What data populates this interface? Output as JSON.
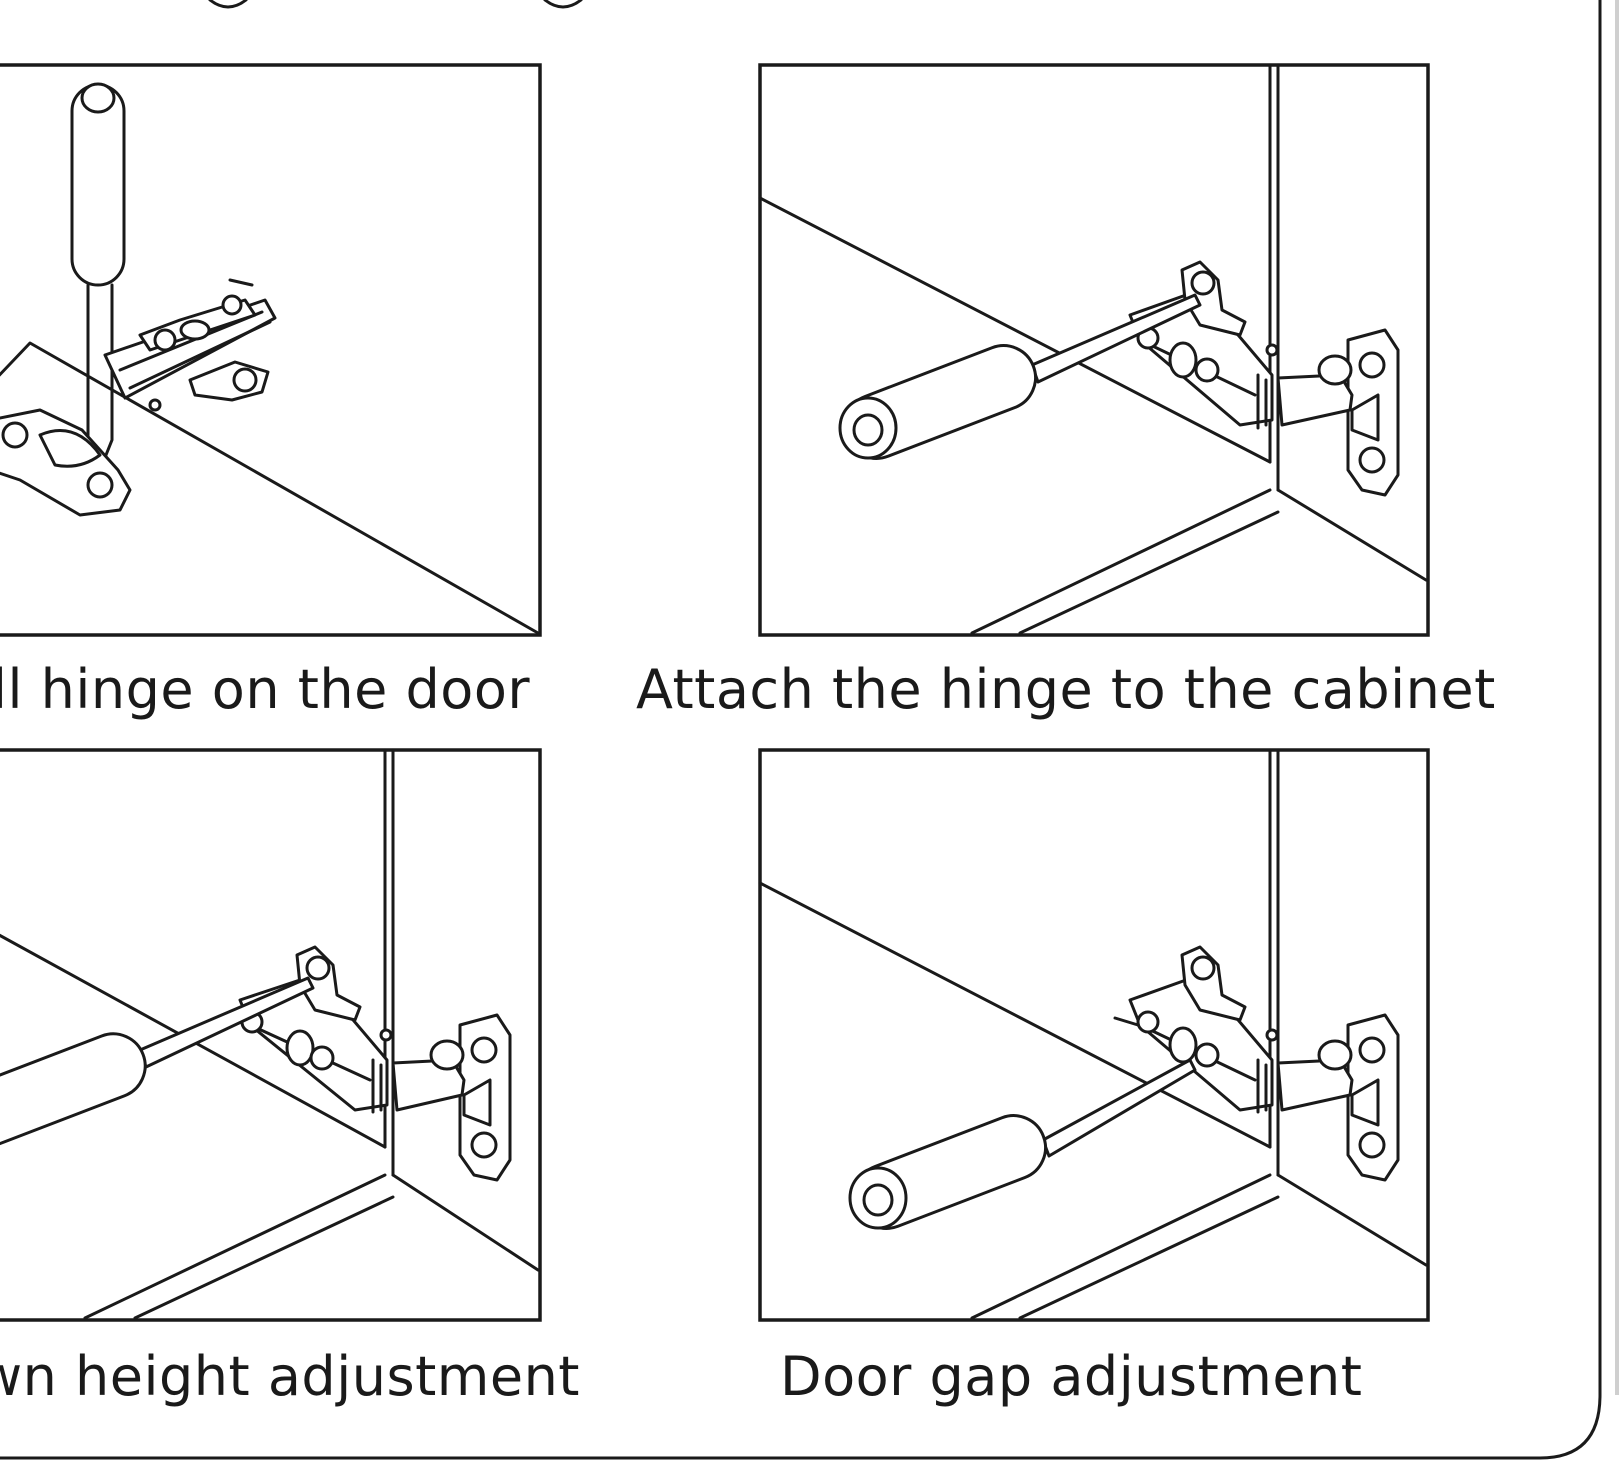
{
  "captions": {
    "step1": "ll hinge on the door",
    "step2": "Attach the hinge to the cabinet",
    "step3": "wn height adjustment",
    "step4": "Door gap adjustment"
  },
  "colors": {
    "line": "#1a1a1a",
    "background": "#ffffff"
  }
}
